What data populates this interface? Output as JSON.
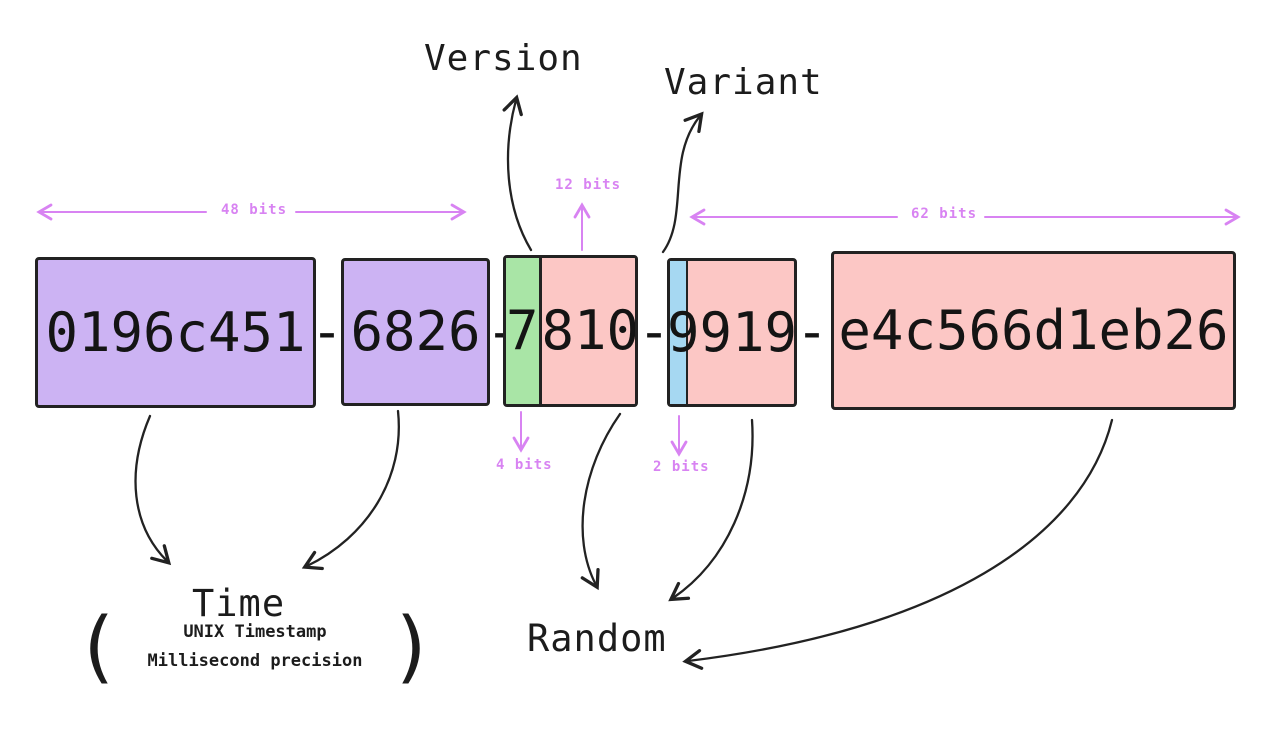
{
  "labels": {
    "version": "Version",
    "variant": "Variant",
    "time": "Time",
    "random": "Random"
  },
  "time_detail": {
    "open_paren": "(",
    "line1": "UNIX Timestamp",
    "line2": "Millisecond precision",
    "close_paren": ")"
  },
  "bit_annotations": {
    "time_bits": "48 bits",
    "rand_a_bits": "12 bits",
    "rand_b_bits": "62 bits",
    "version_bits": "4 bits",
    "variant_bits": "2 bits"
  },
  "uuid": {
    "segment1": "0196c451",
    "segment2": "6826",
    "segment3_version_digit": "7",
    "segment3_random": "810",
    "segment4": "9919",
    "segment5": "e4c566d1eb26",
    "separator": "-"
  },
  "colors": {
    "time_fill": "#ccb3f3",
    "version_fill": "#a9e5a6",
    "random_fill": "#fcc7c5",
    "variant_fill": "#a6d8f2",
    "annotation": "#d883f2",
    "ink": "#222222"
  }
}
